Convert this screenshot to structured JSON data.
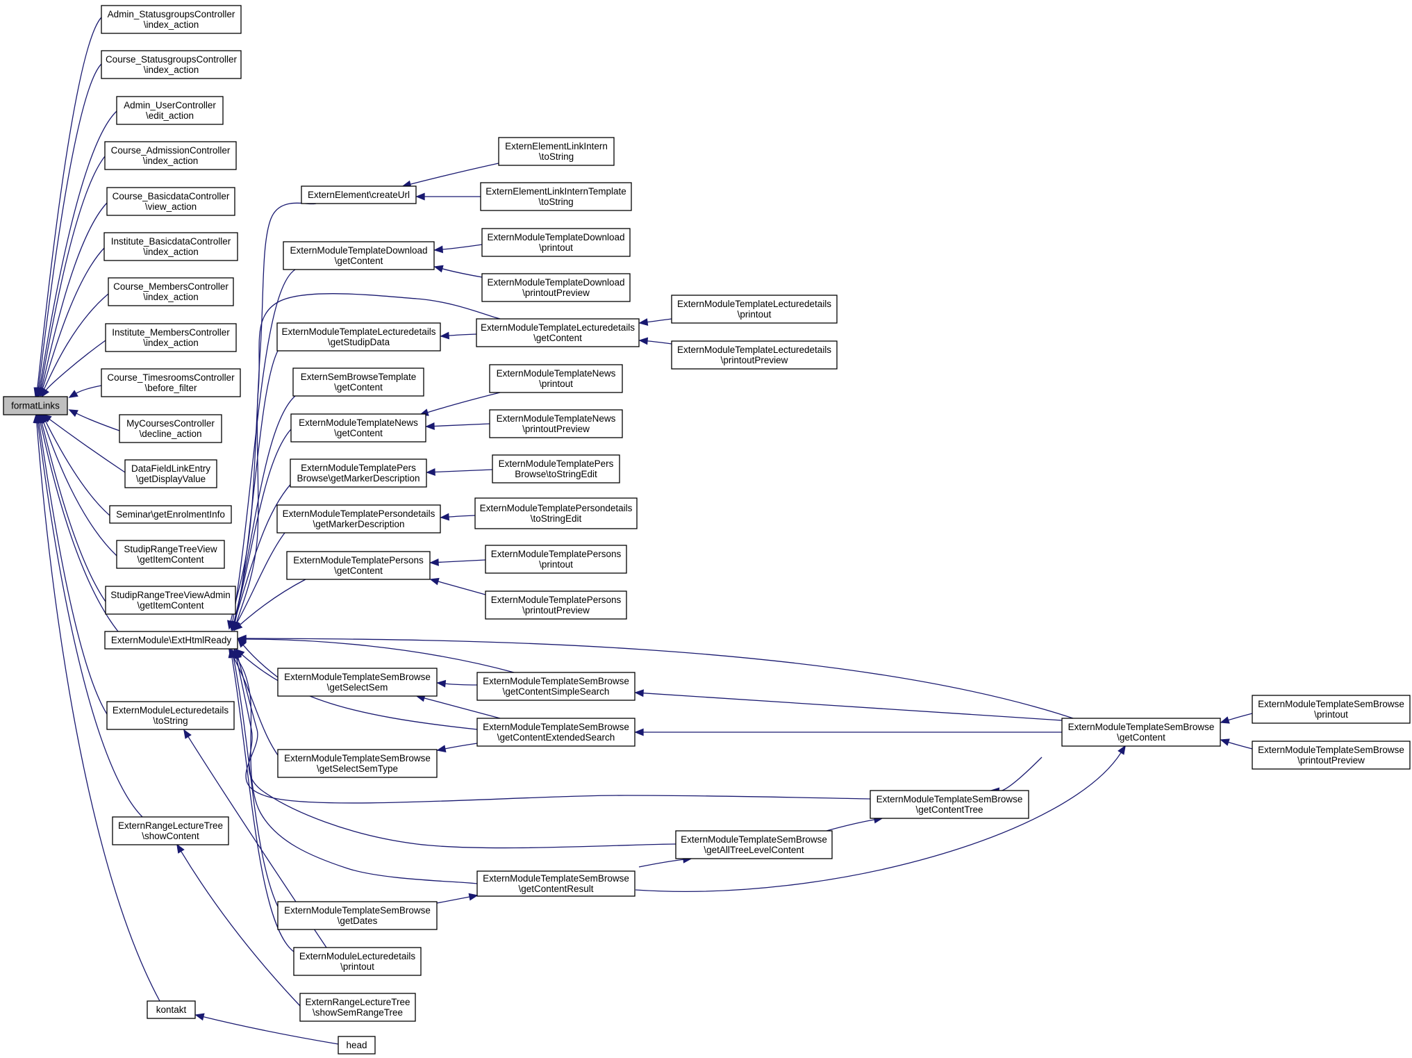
{
  "nodes": [
    {
      "id": "formatLinks",
      "lines": [
        "formatLinks"
      ]
    },
    {
      "id": "admin_status",
      "lines": [
        "Admin_StatusgroupsController",
        "\\index_action"
      ]
    },
    {
      "id": "course_status",
      "lines": [
        "Course_StatusgroupsController",
        "\\index_action"
      ]
    },
    {
      "id": "admin_user",
      "lines": [
        "Admin_UserController",
        "\\edit_action"
      ]
    },
    {
      "id": "course_admission",
      "lines": [
        "Course_AdmissionController",
        "\\index_action"
      ]
    },
    {
      "id": "course_basic",
      "lines": [
        "Course_BasicdataController",
        "\\view_action"
      ]
    },
    {
      "id": "inst_basic",
      "lines": [
        "Institute_BasicdataController",
        "\\index_action"
      ]
    },
    {
      "id": "course_members",
      "lines": [
        "Course_MembersController",
        "\\index_action"
      ]
    },
    {
      "id": "inst_members",
      "lines": [
        "Institute_MembersController",
        "\\index_action"
      ]
    },
    {
      "id": "course_times",
      "lines": [
        "Course_TimesroomsController",
        "\\before_filter"
      ]
    },
    {
      "id": "mycourses",
      "lines": [
        "MyCoursesController",
        "\\decline_action"
      ]
    },
    {
      "id": "datafield",
      "lines": [
        "DataFieldLinkEntry",
        "\\getDisplayValue"
      ]
    },
    {
      "id": "seminar",
      "lines": [
        "Seminar\\getEnrolmentInfo"
      ]
    },
    {
      "id": "studip_tree",
      "lines": [
        "StudipRangeTreeView",
        "\\getItemContent"
      ]
    },
    {
      "id": "studip_tree_admin",
      "lines": [
        "StudipRangeTreeViewAdmin",
        "\\getItemContent"
      ]
    },
    {
      "id": "exthtml",
      "lines": [
        "ExternModule\\ExtHtmlReady"
      ]
    },
    {
      "id": "eml_tostring",
      "lines": [
        "ExternModuleLecturedetails",
        "\\toString"
      ]
    },
    {
      "id": "erlt_show",
      "lines": [
        "ExternRangeLectureTree",
        "\\showContent"
      ]
    },
    {
      "id": "kontakt",
      "lines": [
        "kontakt"
      ]
    },
    {
      "id": "head",
      "lines": [
        "head"
      ]
    },
    {
      "id": "createurl",
      "lines": [
        "ExternElement\\createUrl"
      ]
    },
    {
      "id": "eeli_tostring",
      "lines": [
        "ExternElementLinkIntern",
        "\\toString"
      ]
    },
    {
      "id": "eelit_tostring",
      "lines": [
        "ExternElementLinkInternTemplate",
        "\\toString"
      ]
    },
    {
      "id": "emtd_getcontent",
      "lines": [
        "ExternModuleTemplateDownload",
        "\\getContent"
      ]
    },
    {
      "id": "emtd_printout",
      "lines": [
        "ExternModuleTemplateDownload",
        "\\printout"
      ]
    },
    {
      "id": "emtd_preview",
      "lines": [
        "ExternModuleTemplateDownload",
        "\\printoutPreview"
      ]
    },
    {
      "id": "emtl_getstudip",
      "lines": [
        "ExternModuleTemplateLecturedetails",
        "\\getStudipData"
      ]
    },
    {
      "id": "emtl_getcontent",
      "lines": [
        "ExternModuleTemplateLecturedetails",
        "\\getContent"
      ]
    },
    {
      "id": "emtl_printout",
      "lines": [
        "ExternModuleTemplateLecturedetails",
        "\\printout"
      ]
    },
    {
      "id": "emtl_preview",
      "lines": [
        "ExternModuleTemplateLecturedetails",
        "\\printoutPreview"
      ]
    },
    {
      "id": "esbt_getcontent",
      "lines": [
        "ExternSemBrowseTemplate",
        "\\getContent"
      ]
    },
    {
      "id": "emtn_getcontent",
      "lines": [
        "ExternModuleTemplateNews",
        "\\getContent"
      ]
    },
    {
      "id": "emtn_printout",
      "lines": [
        "ExternModuleTemplateNews",
        "\\printout"
      ]
    },
    {
      "id": "emtn_preview",
      "lines": [
        "ExternModuleTemplateNews",
        "\\printoutPreview"
      ]
    },
    {
      "id": "emtpb_getmarker",
      "lines": [
        "ExternModuleTemplatePers",
        "Browse\\getMarkerDescription"
      ]
    },
    {
      "id": "emtpb_tostring",
      "lines": [
        "ExternModuleTemplatePers",
        "Browse\\toStringEdit"
      ]
    },
    {
      "id": "emtpd_getmarker",
      "lines": [
        "ExternModuleTemplatePersondetails",
        "\\getMarkerDescription"
      ]
    },
    {
      "id": "emtpd_tostring",
      "lines": [
        "ExternModuleTemplatePersondetails",
        "\\toStringEdit"
      ]
    },
    {
      "id": "emtp_getcontent",
      "lines": [
        "ExternModuleTemplatePersons",
        "\\getContent"
      ]
    },
    {
      "id": "emtp_printout",
      "lines": [
        "ExternModuleTemplatePersons",
        "\\printout"
      ]
    },
    {
      "id": "emtp_preview",
      "lines": [
        "ExternModuleTemplatePersons",
        "\\printoutPreview"
      ]
    },
    {
      "id": "emtsb_getselectsem",
      "lines": [
        "ExternModuleTemplateSemBrowse",
        "\\getSelectSem"
      ]
    },
    {
      "id": "emtsb_simple",
      "lines": [
        "ExternModuleTemplateSemBrowse",
        "\\getContentSimpleSearch"
      ]
    },
    {
      "id": "emtsb_extended",
      "lines": [
        "ExternModuleTemplateSemBrowse",
        "\\getContentExtendedSearch"
      ]
    },
    {
      "id": "emtsb_getselectsemtype",
      "lines": [
        "ExternModuleTemplateSemBrowse",
        "\\getSelectSemType"
      ]
    },
    {
      "id": "emtsb_getcontent",
      "lines": [
        "ExternModuleTemplateSemBrowse",
        "\\getContent"
      ]
    },
    {
      "id": "emtsb_printout",
      "lines": [
        "ExternModuleTemplateSemBrowse",
        "\\printout"
      ]
    },
    {
      "id": "emtsb_preview",
      "lines": [
        "ExternModuleTemplateSemBrowse",
        "\\printoutPreview"
      ]
    },
    {
      "id": "emtsb_tree",
      "lines": [
        "ExternModuleTemplateSemBrowse",
        "\\getContentTree"
      ]
    },
    {
      "id": "emtsb_alltree",
      "lines": [
        "ExternModuleTemplateSemBrowse",
        "\\getAllTreeLevelContent"
      ]
    },
    {
      "id": "emtsb_result",
      "lines": [
        "ExternModuleTemplateSemBrowse",
        "\\getContentResult"
      ]
    },
    {
      "id": "emtsb_dates",
      "lines": [
        "ExternModuleTemplateSemBrowse",
        "\\getDates"
      ]
    },
    {
      "id": "eml_printout",
      "lines": [
        "ExternModuleLecturedetails",
        "\\printout"
      ]
    },
    {
      "id": "erlt_showsem",
      "lines": [
        "ExternRangeLectureTree",
        "\\showSemRangeTree"
      ]
    }
  ],
  "edges": [
    {
      "from": "admin_status",
      "to": "formatLinks"
    },
    {
      "from": "course_status",
      "to": "formatLinks"
    },
    {
      "from": "admin_user",
      "to": "formatLinks"
    },
    {
      "from": "course_admission",
      "to": "formatLinks"
    },
    {
      "from": "course_basic",
      "to": "formatLinks"
    },
    {
      "from": "inst_basic",
      "to": "formatLinks"
    },
    {
      "from": "course_members",
      "to": "formatLinks"
    },
    {
      "from": "inst_members",
      "to": "formatLinks"
    },
    {
      "from": "course_times",
      "to": "formatLinks"
    },
    {
      "from": "mycourses",
      "to": "formatLinks"
    },
    {
      "from": "datafield",
      "to": "formatLinks"
    },
    {
      "from": "seminar",
      "to": "formatLinks"
    },
    {
      "from": "studip_tree",
      "to": "formatLinks"
    },
    {
      "from": "studip_tree_admin",
      "to": "formatLinks"
    },
    {
      "from": "exthtml",
      "to": "formatLinks"
    },
    {
      "from": "eml_tostring",
      "to": "formatLinks"
    },
    {
      "from": "erlt_show",
      "to": "formatLinks"
    },
    {
      "from": "kontakt",
      "to": "formatLinks"
    },
    {
      "from": "head",
      "to": "kontakt"
    },
    {
      "from": "createurl",
      "to": "exthtml"
    },
    {
      "from": "eeli_tostring",
      "to": "createurl"
    },
    {
      "from": "eelit_tostring",
      "to": "createurl"
    },
    {
      "from": "emtd_getcontent",
      "to": "exthtml"
    },
    {
      "from": "emtd_printout",
      "to": "emtd_getcontent"
    },
    {
      "from": "emtd_preview",
      "to": "emtd_getcontent"
    },
    {
      "from": "emtl_getstudip",
      "to": "exthtml"
    },
    {
      "from": "emtl_getcontent",
      "to": "emtl_getstudip"
    },
    {
      "from": "emtl_getcontent",
      "to": "exthtml"
    },
    {
      "from": "emtl_printout",
      "to": "emtl_getcontent"
    },
    {
      "from": "emtl_preview",
      "to": "emtl_getcontent"
    },
    {
      "from": "esbt_getcontent",
      "to": "exthtml"
    },
    {
      "from": "emtn_getcontent",
      "to": "exthtml"
    },
    {
      "from": "emtn_printout",
      "to": "emtn_getcontent"
    },
    {
      "from": "emtn_preview",
      "to": "emtn_getcontent"
    },
    {
      "from": "emtpb_getmarker",
      "to": "exthtml"
    },
    {
      "from": "emtpb_tostring",
      "to": "emtpb_getmarker"
    },
    {
      "from": "emtpd_getmarker",
      "to": "exthtml"
    },
    {
      "from": "emtpd_tostring",
      "to": "emtpd_getmarker"
    },
    {
      "from": "emtp_getcontent",
      "to": "exthtml"
    },
    {
      "from": "emtp_printout",
      "to": "emtp_getcontent"
    },
    {
      "from": "emtp_preview",
      "to": "emtp_getcontent"
    },
    {
      "from": "emtsb_getselectsem",
      "to": "exthtml"
    },
    {
      "from": "emtsb_simple",
      "to": "emtsb_getselectsem"
    },
    {
      "from": "emtsb_extended",
      "to": "emtsb_getselectsem"
    },
    {
      "from": "emtsb_simple",
      "to": "exthtml"
    },
    {
      "from": "emtsb_extended",
      "to": "exthtml"
    },
    {
      "from": "emtsb_getselectsemtype",
      "to": "exthtml"
    },
    {
      "from": "emtsb_extended",
      "to": "emtsb_getselectsemtype"
    },
    {
      "from": "emtsb_getcontent",
      "to": "exthtml"
    },
    {
      "from": "emtsb_getcontent",
      "to": "emtsb_simple"
    },
    {
      "from": "emtsb_getcontent",
      "to": "emtsb_extended"
    },
    {
      "from": "emtsb_printout",
      "to": "emtsb_getcontent"
    },
    {
      "from": "emtsb_preview",
      "to": "emtsb_getcontent"
    },
    {
      "from": "emtsb_tree",
      "to": "exthtml"
    },
    {
      "from": "emtsb_tree",
      "to": "emtsb_getcontent"
    },
    {
      "from": "emtsb_alltree",
      "to": "exthtml"
    },
    {
      "from": "emtsb_alltree",
      "to": "emtsb_tree"
    },
    {
      "from": "emtsb_result",
      "to": "exthtml"
    },
    {
      "from": "emtsb_result",
      "to": "emtsb_alltree"
    },
    {
      "from": "emtsb_result",
      "to": "emtsb_getcontent"
    },
    {
      "from": "emtsb_dates",
      "to": "exthtml"
    },
    {
      "from": "emtsb_dates",
      "to": "emtsb_result"
    },
    {
      "from": "eml_printout",
      "to": "exthtml"
    },
    {
      "from": "eml_printout",
      "to": "eml_tostring"
    },
    {
      "from": "erlt_showsem",
      "to": "erlt_show"
    }
  ],
  "colors": {
    "edge": "#191970",
    "node_fill": "#ffffff",
    "root_fill": "#bfbfbf",
    "node_border": "#000000"
  }
}
